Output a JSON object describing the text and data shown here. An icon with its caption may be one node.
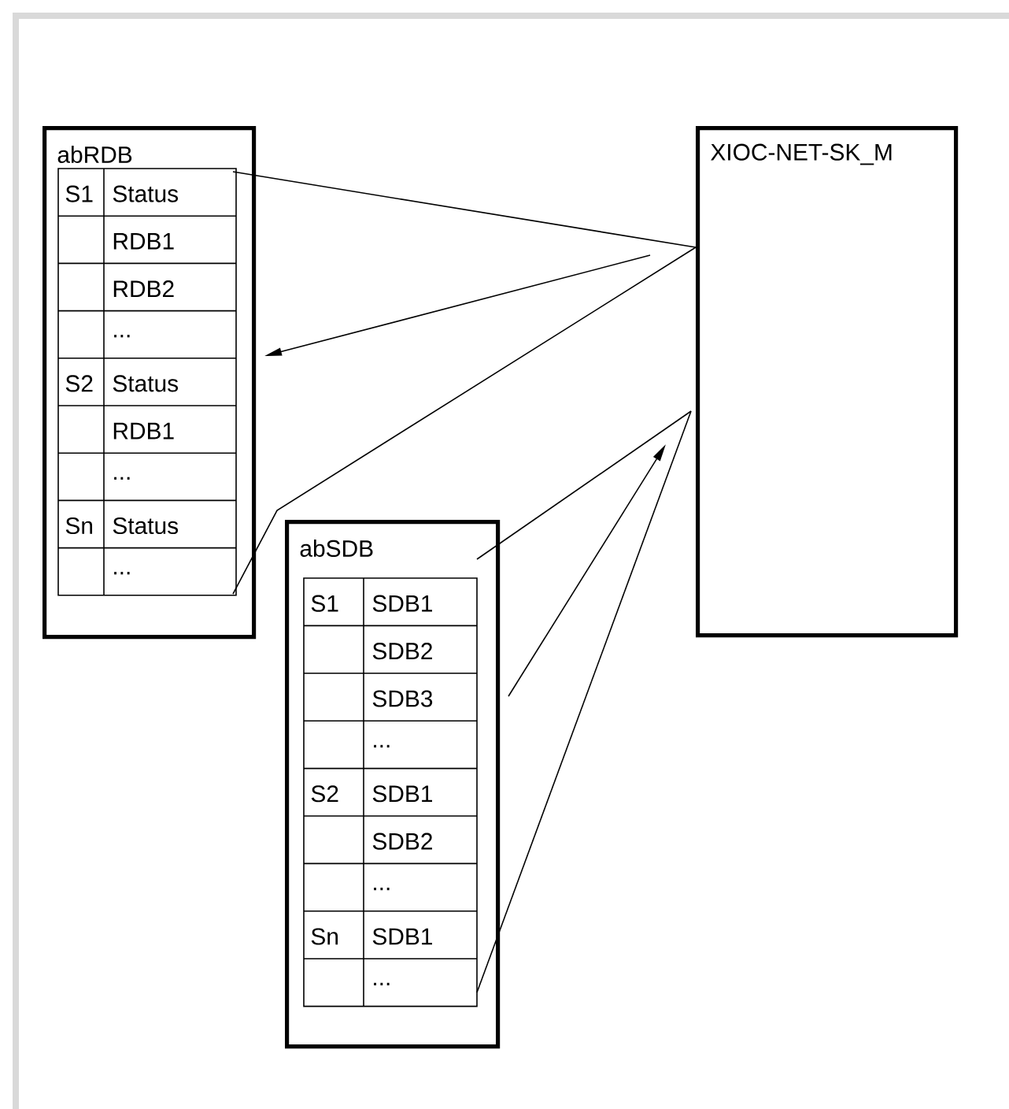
{
  "diagram": {
    "nodes": [
      {
        "text": [
          "abRDB"
        ]
      },
      {
        "text": [
          "XIOC-NET-SK_M"
        ]
      },
      {
        "text": [
          "abSDB"
        ]
      }
    ],
    "edges": [
      {
        "from": 0,
        "to": 1,
        "arrow": "none"
      },
      {
        "from": 0,
        "to": 1,
        "arrow": "none"
      },
      {
        "from": null,
        "to": 0,
        "arrow": "to"
      },
      {
        "from": 2,
        "to": 1,
        "arrow": "none"
      },
      {
        "from": 2,
        "to": 1,
        "arrow": "none"
      },
      {
        "from": 2,
        "to": 1,
        "arrow": "to"
      }
    ],
    "labels": [
      "S1",
      "Status",
      "RDB1",
      "RDB2",
      "...",
      "S2",
      "Status",
      "RDB1",
      "...",
      "Sn",
      "Status",
      "...",
      "S1",
      "SDB1",
      "SDB2",
      "SDB3",
      "...",
      "S2",
      "SDB1",
      "SDB2",
      "...",
      "Sn",
      "SDB1",
      "..."
    ]
  }
}
